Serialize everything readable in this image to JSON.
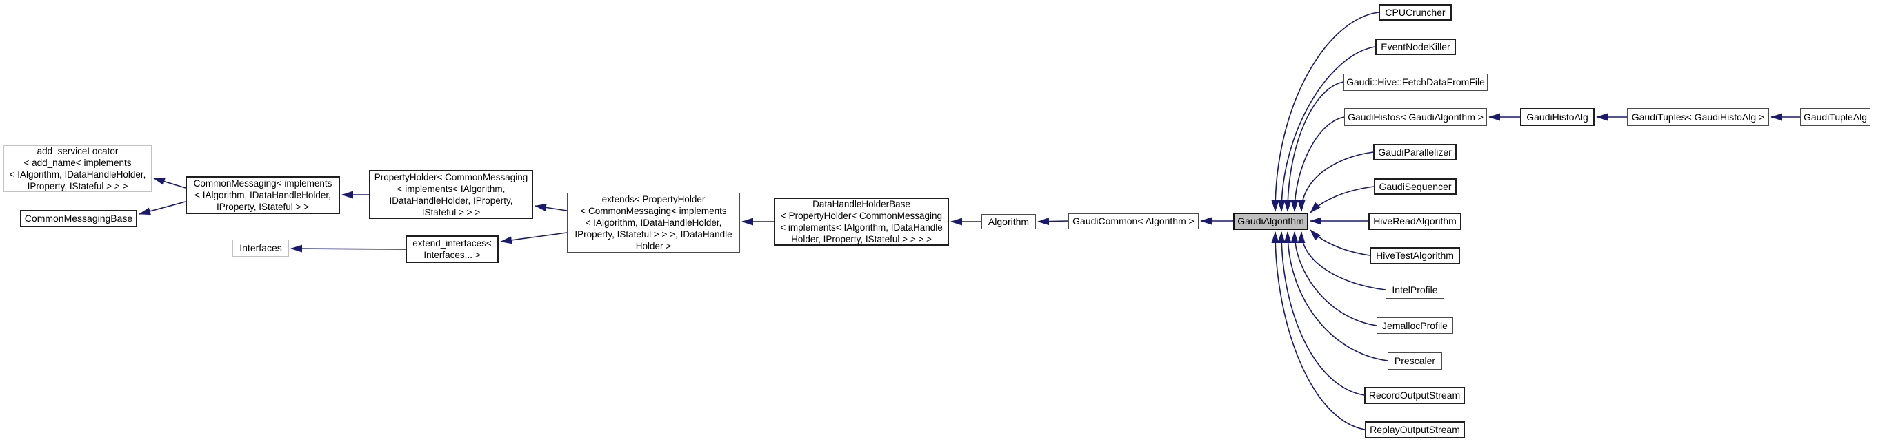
{
  "diagram": {
    "kind": "class-inheritance-graph",
    "selected_class": "GaudiAlgorithm",
    "colors": {
      "background": "#ffffff",
      "edge": "#191970",
      "node_border": "#1e1e1e",
      "node_border_gray": "#c3c3c3",
      "selected_fill": "#bfbfbf",
      "text": "#000000"
    },
    "nodes": {
      "add_service_locator": {
        "label": "add_serviceLocator\n< add_name< implements\n< IAlgorithm, IDataHandleHolder,\nIProperty, IStateful > > >"
      },
      "common_messaging_base": {
        "label": "CommonMessagingBase"
      },
      "common_messaging": {
        "label": "CommonMessaging< implements\n< IAlgorithm, IDataHandleHolder,\nIProperty, IStateful > >"
      },
      "interfaces": {
        "label": "Interfaces"
      },
      "property_holder": {
        "label": "PropertyHolder< CommonMessaging\n< implements< IAlgorithm,\nIDataHandleHolder, IProperty,\nIStateful > > >"
      },
      "extend_interfaces": {
        "label": "extend_interfaces<\nInterfaces... >"
      },
      "extends": {
        "label": "extends< PropertyHolder\n< CommonMessaging< implements\n< IAlgorithm, IDataHandleHolder,\nIProperty, IStateful > > >, IDataHandle\nHolder >"
      },
      "data_handle_holder_base": {
        "label": "DataHandleHolderBase\n< PropertyHolder< CommonMessaging\n< implements< IAlgorithm, IDataHandle\nHolder, IProperty, IStateful > > > >"
      },
      "algorithm": {
        "label": "Algorithm"
      },
      "gaudi_common": {
        "label": "GaudiCommon< Algorithm >"
      },
      "gaudi_algorithm": {
        "label": "GaudiAlgorithm"
      },
      "cpu_cruncher": {
        "label": "CPUCruncher"
      },
      "event_node_killer": {
        "label": "EventNodeKiller"
      },
      "fetch_data_from_file": {
        "label": "Gaudi::Hive::FetchDataFromFile"
      },
      "gaudi_histos": {
        "label": "GaudiHistos< GaudiAlgorithm >"
      },
      "gaudi_histo_alg": {
        "label": "GaudiHistoAlg"
      },
      "gaudi_tuples": {
        "label": "GaudiTuples< GaudiHistoAlg >"
      },
      "gaudi_tuple_alg": {
        "label": "GaudiTupleAlg"
      },
      "gaudi_parallelizer": {
        "label": "GaudiParallelizer"
      },
      "gaudi_sequencer": {
        "label": "GaudiSequencer"
      },
      "hive_read_algorithm": {
        "label": "HiveReadAlgorithm"
      },
      "hive_test_algorithm": {
        "label": "HiveTestAlgorithm"
      },
      "intel_profile": {
        "label": "IntelProfile"
      },
      "jemalloc_profile": {
        "label": "JemallocProfile"
      },
      "prescaler": {
        "label": "Prescaler"
      },
      "record_output_stream": {
        "label": "RecordOutputStream"
      },
      "replay_output_stream": {
        "label": "ReplayOutputStream"
      }
    }
  }
}
